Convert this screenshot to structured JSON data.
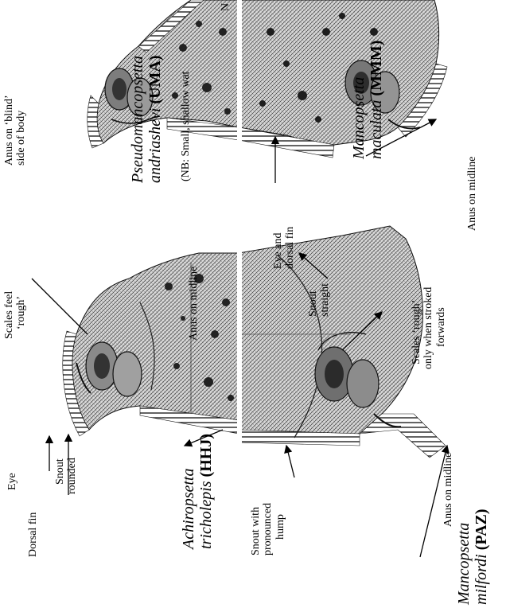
{
  "species": {
    "hhj": {
      "genus": "Achiropsetta",
      "epithet": "tricholepis",
      "code": "(HHJ)"
    },
    "uma": {
      "genus": "Pseudomancopsetta",
      "epithet": "andriashevi",
      "code": "(UMA)",
      "note": "(NB: Small, shallow wat"
    },
    "paz": {
      "genus": "Mancopsetta",
      "epithet": "milfordi",
      "code": "(PAZ)"
    },
    "mmm": {
      "genus": "Mancopsetta",
      "epithet": "maculata",
      "code": "(MMM)"
    }
  },
  "labels": {
    "eye": "Eye",
    "dorsal_fin": "Dorsal fin",
    "snout_rounded_1": "Snout",
    "snout_rounded_2": "rounded",
    "scales_rough_1": "Scales feel",
    "scales_rough_2": "‘rough’",
    "anus_midline_hhj": "Anus on midline",
    "anus_blind_1": "Anus on ‘blind’",
    "anus_blind_2": "side of body",
    "snout_hump_1": "Snout with",
    "snout_hump_2": "pronounced",
    "snout_hump_3": "hump",
    "anus_midline_paz": "Anus on midline",
    "scales_stroked_1": "Scales ‘rough’",
    "scales_stroked_2": "only when stroked",
    "scales_stroked_3": "forwards",
    "snout_straight_1": "Snout",
    "snout_straight_2": "straight",
    "eye_dorsal_1": "Eye and",
    "eye_dorsal_2": "dorsal fin",
    "anus_midline_mmm": "Anus on midline",
    "corner_letter": "N"
  }
}
